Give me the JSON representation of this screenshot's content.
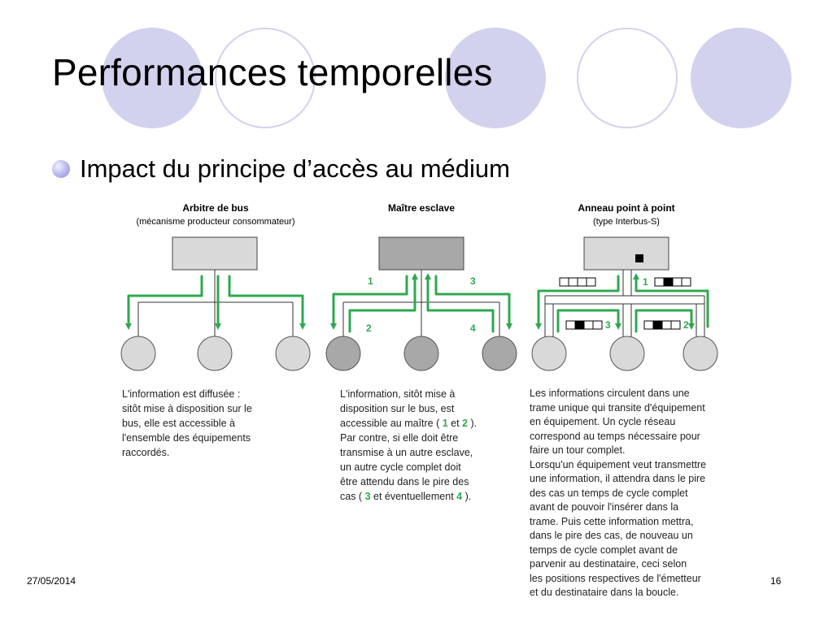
{
  "slide": {
    "title": "Performances temporelles",
    "bullet": "Impact du principe d’accès au médium",
    "footer_date": "27/05/2014",
    "page_number": "16"
  },
  "colors": {
    "decor_circle": "#d2d2ee",
    "green_arrow": "#2fa84f",
    "box_light": "#d9d9d9",
    "box_dark": "#a8a8a8",
    "node_light": "#d9d9d9",
    "node_dark": "#a8a8a8"
  },
  "diagrams": {
    "bus_arbiter": {
      "title": "Arbitre de bus",
      "subtitle": "(mécanisme producteur consommateur)"
    },
    "master_slave": {
      "title": "Maître esclave",
      "labels": [
        "1",
        "2",
        "3",
        "4"
      ]
    },
    "ring": {
      "title": "Anneau point à point",
      "subtitle": "(type Interbus-S)",
      "labels": [
        "1",
        "2",
        "3"
      ]
    }
  },
  "descriptions": {
    "bus_arbiter": [
      "L'information est diffusée :",
      "sitôt mise à disposition sur le",
      "bus, elle est accessible à",
      "l'ensemble des équipements",
      "raccordés."
    ],
    "master_slave": {
      "l1": "L'information, sitôt mise à",
      "l2": "disposition sur le bus, est",
      "l3_pre": "accessible au maître ( ",
      "l3_a": "1",
      "l3_mid": " et ",
      "l3_b": "2",
      "l3_post": " ).",
      "l4": "Par contre, si elle doit être",
      "l5": "transmise à un autre esclave,",
      "l6": "un autre cycle complet doit",
      "l7": "être attendu dans le pire des",
      "l8_pre": "cas ( ",
      "l8_a": "3",
      "l8_mid": " et éventuellement ",
      "l8_b": "4",
      "l8_post": " )."
    },
    "ring": [
      "Les informations circulent dans une",
      "trame unique qui transite d'équipement",
      "en équipement. Un cycle réseau",
      "correspond au temps nécessaire pour",
      "faire un tour complet.",
      "Lorsqu'un équipement veut transmettre",
      "une information, il attendra dans le pire",
      "des cas un temps de cycle complet",
      "avant de pouvoir l'insérer dans la",
      "trame. Puis cette information mettra,",
      "dans le pire des cas, de nouveau un",
      "temps de cycle complet avant de",
      "parvenir au destinataire, ceci selon",
      "les positions respectives de l'émetteur",
      "et du destinataire dans la boucle."
    ]
  }
}
